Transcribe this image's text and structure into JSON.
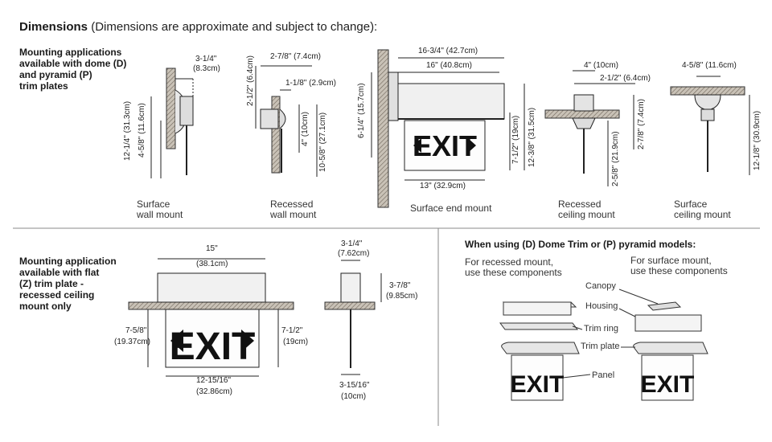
{
  "header": {
    "title": "Dimensions",
    "note": "(Dimensions are approximate and subject to change):"
  },
  "top_section": {
    "label_lines": [
      "Mounting applications",
      "available with dome (D)",
      "and pyramid (P)",
      "trim plates"
    ],
    "surface_wall": {
      "caption_lines": [
        "Surface",
        "wall mount"
      ],
      "dims": [
        "3-1/4\"",
        "(8.3cm)",
        "12-1/4\" (31.3cm)",
        "4-5/8\" (11.6cm)"
      ]
    },
    "recessed_wall": {
      "caption_lines": [
        "Recessed",
        "wall mount"
      ],
      "dims": [
        "2-7/8\" (7.4cm)",
        "1-1/8\" (2.9cm)",
        "2-1/2\" (6.4cm)",
        "4\" (10cm)",
        "10-5/8\" (27.1cm)"
      ]
    },
    "surface_end": {
      "caption": "Surface end mount",
      "dims": [
        "16-3/4\" (42.7cm)",
        "16\" (40.8cm)",
        "6-1/4\" (15.7cm)",
        "7-1/2\" (19cm)",
        "12-3/8\" (31.5cm)",
        "13\" (32.9cm)"
      ],
      "sign_text": "EXIT"
    },
    "recessed_ceiling": {
      "caption_lines": [
        "Recessed",
        "ceiling mount"
      ],
      "dims": [
        "4\" (10cm)",
        "2-1/2\" (6.4cm)",
        "2-7/8\" (7.4cm)",
        "2-5/8\" (21.9cm)"
      ]
    },
    "surface_ceiling": {
      "caption_lines": [
        "Surface",
        "ceiling mount"
      ],
      "dims": [
        "4-5/8\" (11.6cm)",
        "12-1/8\" (30.9cm)"
      ]
    }
  },
  "bottom_left": {
    "label_lines": [
      "Mounting application",
      "available with flat",
      "(Z) trim plate -",
      "recessed ceiling",
      "mount only"
    ],
    "dims": {
      "width_in": "15\"",
      "width_cm": "(38.1cm)",
      "left_h_in": "7-5/8\"",
      "left_h_cm": "(19.37cm)",
      "right_h_in": "7-1/2\"",
      "right_h_cm": "(19cm)",
      "bottom_w_in": "12-15/16\"",
      "bottom_w_cm": "(32.86cm)",
      "side_w_in": "3-1/4\"",
      "side_w_cm": "(7.62cm)",
      "side_h_in": "3-7/8\"",
      "side_h_cm": "(9.85cm)",
      "side_b_in": "3-15/16\"",
      "side_b_cm": "(10cm)"
    },
    "sign_text": "EXIT"
  },
  "bottom_right": {
    "title": "When using (D) Dome Trim or (P) pyramid models:",
    "recessed_lines": [
      "For recessed mount,",
      "use these components"
    ],
    "surface_lines": [
      "For surface mount,",
      "use these components"
    ],
    "components": [
      "Canopy",
      "Housing",
      "Trim ring",
      "Trim plate",
      "Panel"
    ],
    "sign_text": "EXIT"
  }
}
